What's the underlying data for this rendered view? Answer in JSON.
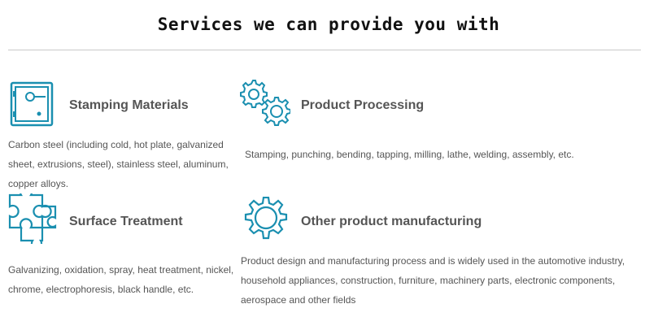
{
  "heading": "Services we can provide you with",
  "colors": {
    "icon": "#1a8fb0",
    "text": "#555555",
    "heading": "#111111"
  },
  "services": [
    {
      "icon": "safe-icon",
      "title": "Stamping Materials",
      "description": " Carbon steel (including cold, hot plate, galvanized sheet, extrusions, steel), stainless steel, aluminum, copper alloys."
    },
    {
      "icon": "gears-icon",
      "title": "Product Processing",
      "description": "Stamping, punching, bending, tapping, milling, lathe, welding, assembly, etc."
    },
    {
      "icon": "puzzle-icon",
      "title": "Surface Treatment",
      "description": "Galvanizing, oxidation, spray, heat treatment, nickel, chrome, electrophoresis, black handle, etc."
    },
    {
      "icon": "gear-icon",
      "title": "Other product manufacturing",
      "description": " Product design and manufacturing process and is widely used in the automotive industry, household appliances, construction, furniture, machinery parts, electronic components, aerospace and other fields"
    }
  ]
}
